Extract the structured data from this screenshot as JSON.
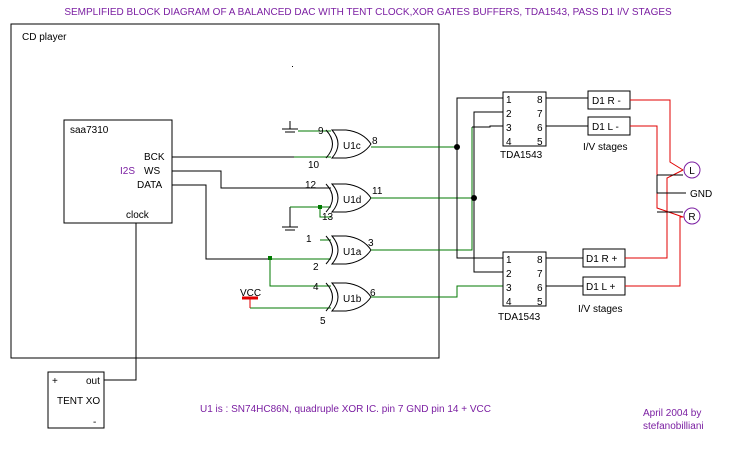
{
  "title": "SEMPLIFIED BLOCK DIAGRAM OF A BALANCED DAC WITH TENT CLOCK,XOR GATES BUFFERS, TDA1543, PASS D1 I/V STAGES",
  "cd_player": {
    "label": "CD player"
  },
  "saa": {
    "name": "saa7310",
    "pins": {
      "bck": "BCK",
      "i2s": "I2S",
      "ws": "WS",
      "data": "DATA",
      "clock": "clock"
    }
  },
  "gates": [
    {
      "label": "U1c",
      "in_a": "9",
      "in_b": "10",
      "out": "8"
    },
    {
      "label": "U1d",
      "in_a": "12",
      "in_b": "13",
      "out": "11"
    },
    {
      "label": "U1a",
      "in_a": "1",
      "in_b": "2",
      "out": "3"
    },
    {
      "label": "U1b",
      "in_a": "4",
      "in_b": "5",
      "out": "6"
    }
  ],
  "vcc_label": "VCC",
  "tda": {
    "name": "TDA1543",
    "pins_left": [
      "1",
      "2",
      "3",
      "4"
    ],
    "pins_right": [
      "8",
      "7",
      "6",
      "5"
    ]
  },
  "iv": {
    "top": [
      "D1 R -",
      "D1 L -"
    ],
    "bottom": [
      "D1 R +",
      "D1 L +"
    ],
    "caption": "I/V stages"
  },
  "outputs": {
    "left": "L",
    "gnd": "GND",
    "right": "R"
  },
  "tent": {
    "name": "TENT XO",
    "out": "out",
    "plus": "+",
    "minus": "-"
  },
  "note": "U1 is : SN74HC86N, quadruple XOR IC. pin 7 GND pin 14 + VCC",
  "credit": {
    "line1": "April 2004 by",
    "line2": "stefanobilliani"
  },
  "colors": {
    "wire": "#000000",
    "signal": "#007a00",
    "output": "#e00000",
    "text_accent": "#7b1fa2"
  }
}
